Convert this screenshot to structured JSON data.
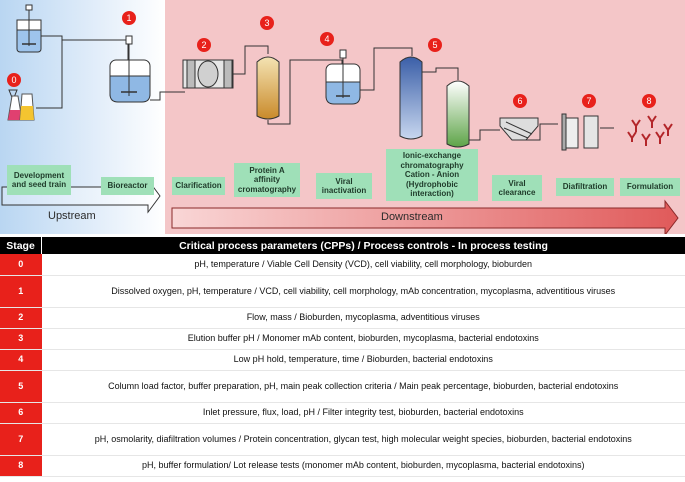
{
  "stage_numbers": [
    "0",
    "1",
    "2",
    "3",
    "4",
    "5",
    "6",
    "7",
    "8"
  ],
  "labels": {
    "development": "Development and seed train",
    "bioreactor": "Bioreactor",
    "clarification": "Clarification",
    "proteina": "Protein A affinity cromatography",
    "viral_inact": "Viral inactivation",
    "ionic": "Ionic-exchange chromatography Cation - Anion (Hydrophobic interaction)",
    "viral_clear": "Viral clearance",
    "diafiltration": "Diafiltration",
    "formulation": "Formulation"
  },
  "arrows": {
    "upstream": "Upstream",
    "downstream": "Downstream"
  },
  "table": {
    "header_stage": "Stage",
    "header_cpp": "Critical process parameters (CPPs) / Process controls - In process testing",
    "rows": [
      {
        "stage": "0",
        "text": "pH, temperature / Viable Cell Density (VCD), cell viability, cell morphology, bioburden"
      },
      {
        "stage": "1",
        "text": "Dissolved oxygen, pH, temperature / VCD, cell viability, cell morphology, mAb concentration, mycoplasma, adventitious viruses"
      },
      {
        "stage": "2",
        "text": "Flow, mass / Bioburden, mycoplasma, adventitious viruses"
      },
      {
        "stage": "3",
        "text": "Elution buffer pH / Monomer mAb content, bioburden, mycoplasma, bacterial endotoxins"
      },
      {
        "stage": "4",
        "text": "Low pH hold, temperature, time / Bioburden, bacterial endotoxins"
      },
      {
        "stage": "5",
        "text": "Column load factor, buffer preparation, pH, main peak collection criteria / Main peak percentage, bioburden, bacterial endotoxins"
      },
      {
        "stage": "6",
        "text": "Inlet pressure, flux, load, pH / Filter integrity test, bioburden, bacterial endotoxins"
      },
      {
        "stage": "7",
        "text": "pH, osmolarity, diafiltration volumes / Protein concentration, glycan test, high molecular weight species, bioburden, bacterial endotoxins"
      },
      {
        "stage": "8",
        "text": "pH, buffer formulation/ Lot release tests (monomer mAb content, bioburden, mycoplasma, bacterial endotoxins)"
      }
    ]
  },
  "colors": {
    "upstream_bg": "#cfe3f7",
    "downstream_bg": "#f3c3c5",
    "label_green": "#9fe0b8",
    "stage_red": "#e8211b",
    "header_black": "#000000"
  }
}
